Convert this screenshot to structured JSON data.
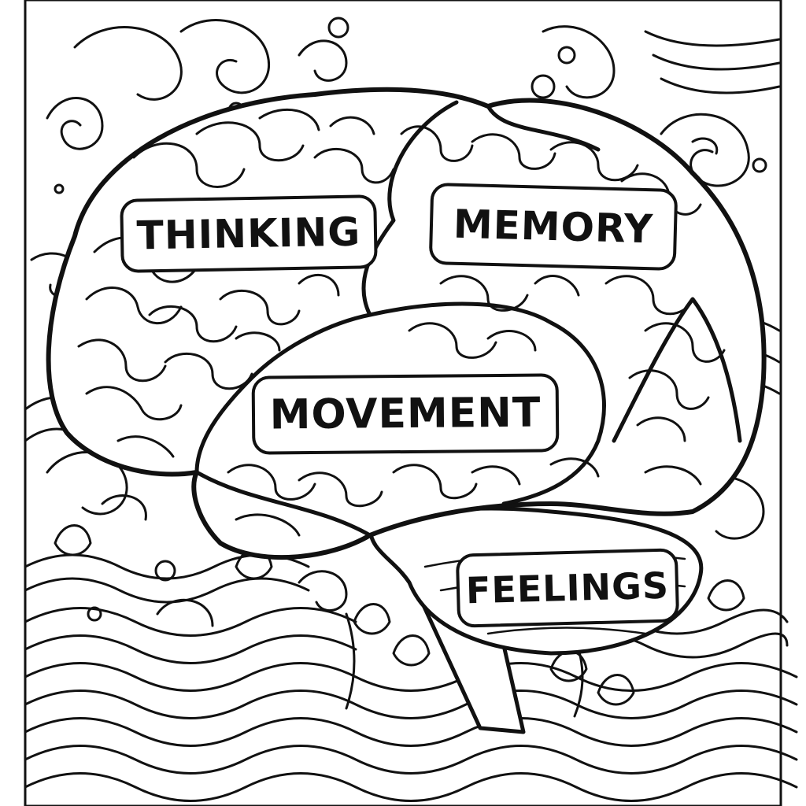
{
  "labels": {
    "thinking": "THINKING",
    "memory": "MEMORY",
    "movement": "MOVEMENT",
    "feelings": "FEELINGS"
  },
  "colors": {
    "ink": "#111111",
    "paper": "#ffffff"
  }
}
